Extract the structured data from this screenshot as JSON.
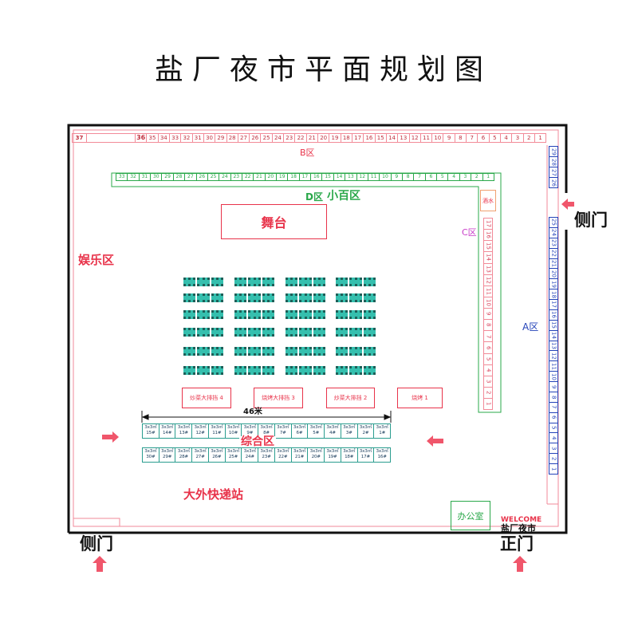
{
  "title": "盐厂夜市平面规划图",
  "colors": {
    "red": "#e8334a",
    "green": "#2aa84a",
    "blue": "#2342b8",
    "magenta": "#c83cc8",
    "teal": "#35bfae",
    "pink": "#f28a98"
  },
  "zones": {
    "b": {
      "label": "B区",
      "stalls": [
        "37",
        "",
        "36",
        "35",
        "34",
        "33",
        "32",
        "31",
        "30",
        "29",
        "28",
        "27",
        "26",
        "25",
        "24",
        "23",
        "22",
        "21",
        "20",
        "19",
        "18",
        "17",
        "16",
        "15",
        "14",
        "13",
        "12",
        "11",
        "10",
        "9",
        "8",
        "7",
        "6",
        "5",
        "4",
        "3",
        "2",
        "1"
      ]
    },
    "d": {
      "label": "D区",
      "sublabel": "小百区",
      "stalls": [
        "33",
        "32",
        "31",
        "30",
        "29",
        "28",
        "27",
        "26",
        "25",
        "24",
        "23",
        "22",
        "21",
        "20",
        "19",
        "18",
        "17",
        "16",
        "15",
        "14",
        "13",
        "12",
        "11",
        "10",
        "9",
        "8",
        "7",
        "6",
        "5",
        "4",
        "3",
        "2",
        "1"
      ]
    },
    "c": {
      "label": "C区",
      "stalls": [
        "17",
        "16",
        "15",
        "14",
        "13",
        "12",
        "11",
        "10",
        "9",
        "8",
        "7",
        "6",
        "5",
        "4",
        "3",
        "2",
        "1"
      ]
    },
    "a": {
      "label": "A区",
      "stalls_upper": [
        "29",
        "28",
        "27",
        "26"
      ],
      "stalls_lower": [
        "25",
        "24",
        "23",
        "22",
        "21",
        "20",
        "19",
        "18",
        "17",
        "16",
        "15",
        "14",
        "13",
        "12",
        "11",
        "10",
        "9",
        "8",
        "7",
        "6",
        "5",
        "4",
        "3",
        "2",
        "1"
      ]
    },
    "entertainment": {
      "label": "娱乐区"
    },
    "general": {
      "label": "综合区",
      "width_label": "46米",
      "unit_label": "3x3㎡",
      "row1_ids": [
        "15#",
        "14#",
        "13#",
        "12#",
        "11#",
        "10#",
        "9#",
        "8#",
        "7#",
        "6#",
        "5#",
        "4#",
        "3#",
        "2#",
        "1#"
      ],
      "row2_ids": [
        "30#",
        "29#",
        "28#",
        "27#",
        "26#",
        "25#",
        "24#",
        "23#",
        "22#",
        "21#",
        "20#",
        "19#",
        "18#",
        "17#",
        "16#"
      ]
    },
    "express": {
      "label": "大外快递站"
    }
  },
  "stage": "舞台",
  "drinks": "酒水",
  "food_stalls": [
    "炒菜大排挡 4",
    "烧烤大排挡 3",
    "炒菜大排挡 2",
    "烧烤 1"
  ],
  "office": "办公室",
  "welcome": {
    "line1": "WELCOME",
    "line2": "盐厂夜市"
  },
  "gates": {
    "side_right": "侧门",
    "side_left": "侧门",
    "main": "正门"
  }
}
